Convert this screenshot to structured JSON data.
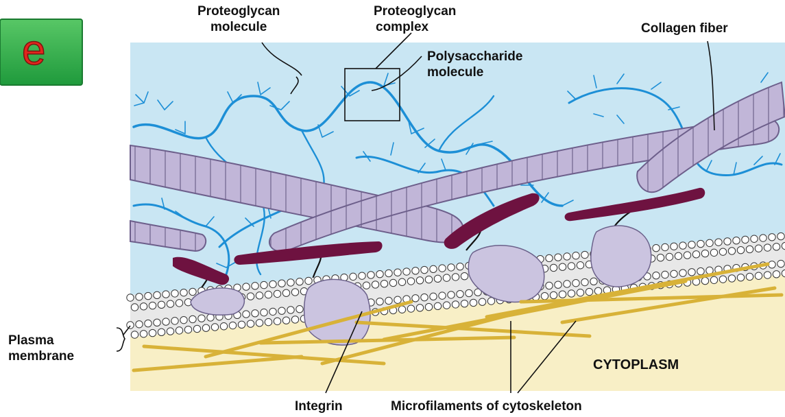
{
  "badge": {
    "text": "e",
    "color": "#2fb34a",
    "text_color": "#e2261d"
  },
  "labels": {
    "proteoglycan_molecule": [
      "Proteoglycan",
      "molecule"
    ],
    "proteoglycan_complex": [
      "Proteoglycan",
      "complex"
    ],
    "polysaccharide_molecule": [
      "Polysaccharide",
      "molecule"
    ],
    "collagen_fiber": "Collagen fiber",
    "plasma_membrane": [
      "Plasma",
      "membrane"
    ],
    "cytoplasm": "CYTOPLASM",
    "integrin": "Integrin",
    "microfilaments": "Microfilaments of cytoskeleton"
  },
  "colors": {
    "extracellular": "#c9e6f3",
    "cytoplasm": "#f8efc6",
    "collagen": "#c1b6d8",
    "proteoglycan": "#1d8fd6",
    "integrin": "#cbc4e0",
    "fibronectin": "#6e1240",
    "microfilament": "#d8b238",
    "phospholipid_head": "#ffffff"
  }
}
